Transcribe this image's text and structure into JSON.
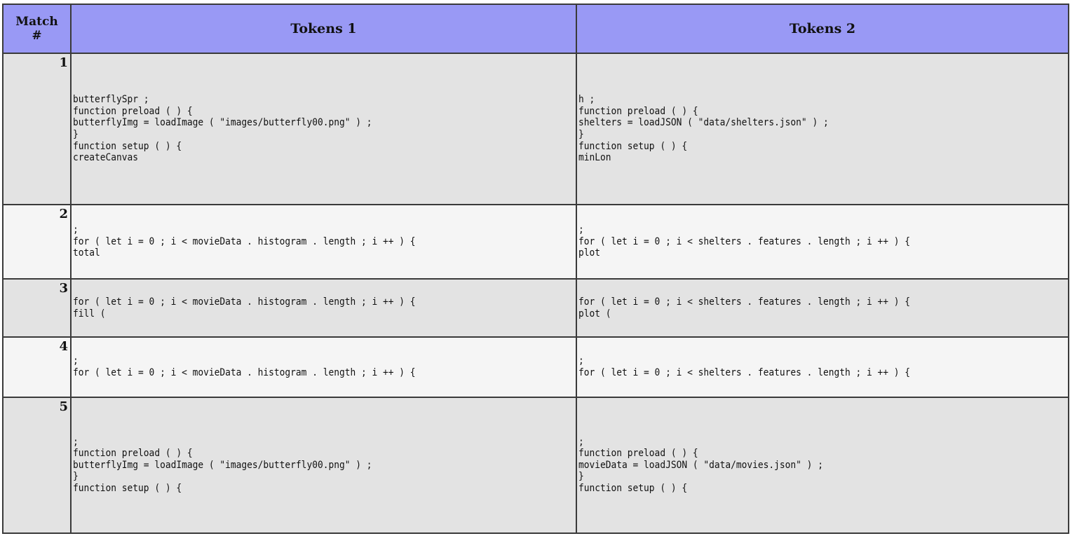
{
  "table": {
    "headers": {
      "match_line1": "Match",
      "match_line2": "#",
      "tokens1": "Tokens 1",
      "tokens2": "Tokens 2"
    },
    "rows": [
      {
        "num": "1",
        "tokens1": "butterflySpr ;\nfunction preload ( ) {\nbutterflyImg = loadImage ( \"images/butterfly00.png\" ) ;\n}\nfunction setup ( ) {\ncreateCanvas",
        "tokens2": "h ;\nfunction preload ( ) {\nshelters = loadJSON ( \"data/shelters.json\" ) ;\n}\nfunction setup ( ) {\nminLon"
      },
      {
        "num": "2",
        "tokens1": ";\nfor ( let i = 0 ; i < movieData . histogram . length ; i ++ ) {\ntotal",
        "tokens2": ";\nfor ( let i = 0 ; i < shelters . features . length ; i ++ ) {\nplot"
      },
      {
        "num": "3",
        "tokens1": "for ( let i = 0 ; i < movieData . histogram . length ; i ++ ) {\nfill (",
        "tokens2": "for ( let i = 0 ; i < shelters . features . length ; i ++ ) {\nplot ("
      },
      {
        "num": "4",
        "tokens1": ";\nfor ( let i = 0 ; i < movieData . histogram . length ; i ++ ) {",
        "tokens2": ";\nfor ( let i = 0 ; i < shelters . features . length ; i ++ ) {"
      },
      {
        "num": "5",
        "tokens1": ";\nfunction preload ( ) {\nbutterflyImg = loadImage ( \"images/butterfly00.png\" ) ;\n}\nfunction setup ( ) {",
        "tokens2": ";\nfunction preload ( ) {\nmovieData = loadJSON ( \"data/movies.json\" ) ;\n}\nfunction setup ( ) {"
      }
    ]
  }
}
